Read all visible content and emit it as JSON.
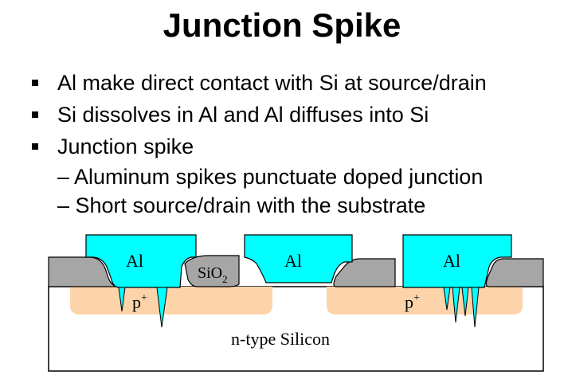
{
  "title": "Junction Spike",
  "bullets": [
    "Al make direct contact with Si at source/drain",
    "Si dissolves in Al and Al diffuses into Si",
    "Junction spike"
  ],
  "sub_bullets": [
    "– Aluminum spikes punctuate doped junction",
    "– Short source/drain with the substrate"
  ],
  "diagram": {
    "metal_label": "Al",
    "oxide_label": "SiO",
    "oxide_subscript": "2",
    "doped_label": "p",
    "doped_superscript": "+",
    "substrate_label": "n-type Silicon",
    "colors": {
      "metal": "#00ffff",
      "oxide": "#a6a6a6",
      "doped": "#fdd3aa",
      "substrate": "#ffffff"
    }
  }
}
